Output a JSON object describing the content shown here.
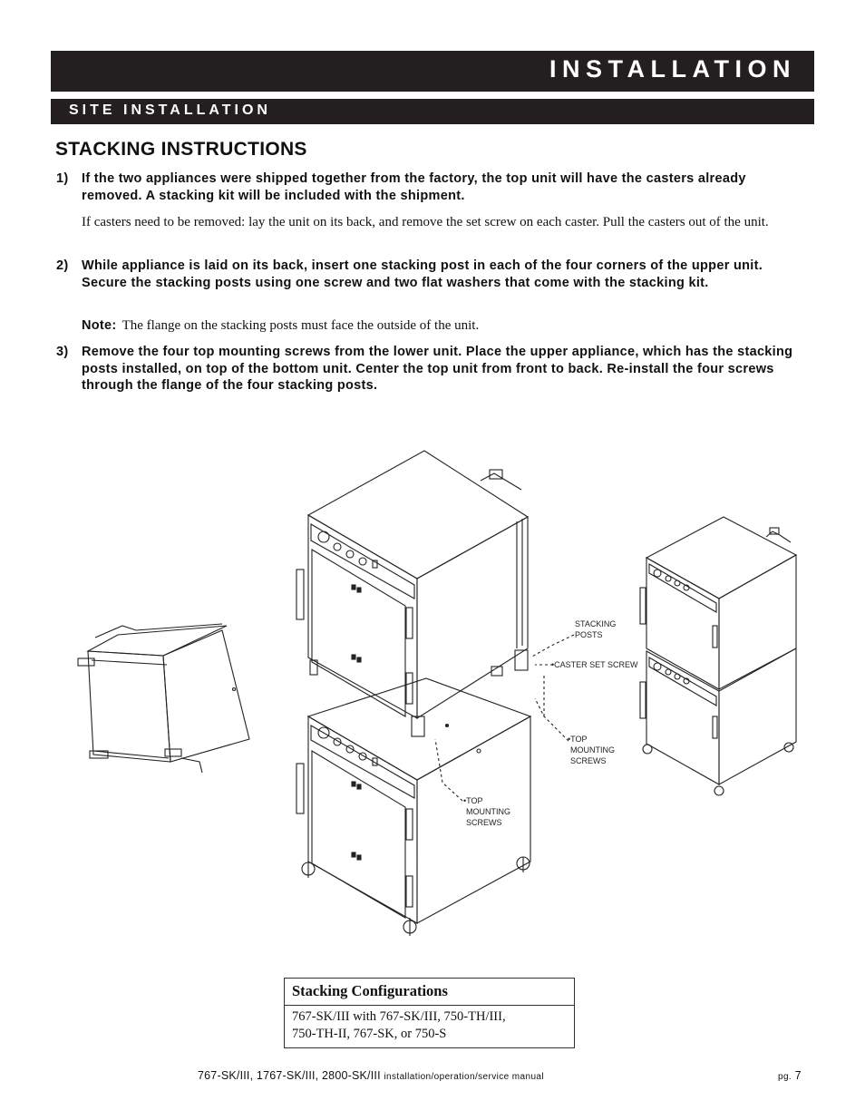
{
  "header": {
    "section_title": "INSTALLATION",
    "subsection_title": "SITE INSTALLATION"
  },
  "heading": "STACKING INSTRUCTIONS",
  "steps": [
    {
      "number": "1)",
      "text": "If the two appliances were shipped together from the factory, the top unit will have the casters already removed.  A stacking kit will be included with the shipment.",
      "detail": "If casters need to be removed:  lay the unit on its back, and remove the set screw on each caster.  Pull the casters out of the unit."
    },
    {
      "number": "2)",
      "text": "While appliance is laid on its back, insert one stacking post in each of the four corners of the upper unit.  Secure the stacking posts using one screw and two flat washers that come with the stacking kit.",
      "note_label": "Note:",
      "note_text": "The flange on the stacking posts must face the outside of the unit."
    },
    {
      "number": "3)",
      "text": "Remove the four top mounting screws from the lower unit.  Place the upper appliance, which has the stacking posts installed, on top of the bottom unit.  Center the top unit from front to back.  Re-install the four screws through the flange of the four stacking posts."
    }
  ],
  "figure": {
    "callouts": {
      "stacking_posts_1": "STACKING",
      "stacking_posts_2": "POSTS",
      "caster_set_screw": "CASTER SET SCREW",
      "top_mounting_a_1": "TOP",
      "top_mounting_a_2": "MOUNTING",
      "top_mounting_a_3": "SCREWS",
      "top_mounting_b_1": "TOP",
      "top_mounting_b_2": "MOUNTING",
      "top_mounting_b_3": "SCREWS"
    }
  },
  "table": {
    "title": "Stacking Configurations",
    "row_line1": "767-SK/III with 767-SK/III, 750-TH/III,",
    "row_line2": "750-TH-II, 767-SK, or 750-S"
  },
  "footer": {
    "models": "767-SK/III, 1767-SK/III, 2800-SK/III",
    "manual": "installation/operation/service manual",
    "page_prefix": "pg.",
    "page_number": "7"
  }
}
